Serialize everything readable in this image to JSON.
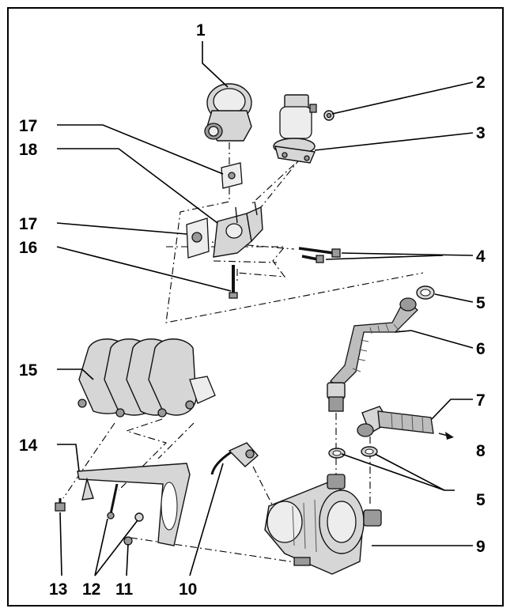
{
  "callouts": [
    {
      "id": "1",
      "text": "1"
    },
    {
      "id": "2",
      "text": "2"
    },
    {
      "id": "3",
      "text": "3"
    },
    {
      "id": "4",
      "text": "4"
    },
    {
      "id": "5a",
      "text": "5"
    },
    {
      "id": "6",
      "text": "6"
    },
    {
      "id": "7",
      "text": "7"
    },
    {
      "id": "8",
      "text": "8"
    },
    {
      "id": "5b",
      "text": "5"
    },
    {
      "id": "9",
      "text": "9"
    },
    {
      "id": "10",
      "text": "10"
    },
    {
      "id": "11",
      "text": "11"
    },
    {
      "id": "12",
      "text": "12"
    },
    {
      "id": "13",
      "text": "13"
    },
    {
      "id": "14",
      "text": "14"
    },
    {
      "id": "15",
      "text": "15"
    },
    {
      "id": "16",
      "text": "16"
    },
    {
      "id": "17a",
      "text": "17"
    },
    {
      "id": "18",
      "text": "18"
    },
    {
      "id": "17b",
      "text": "17"
    }
  ]
}
